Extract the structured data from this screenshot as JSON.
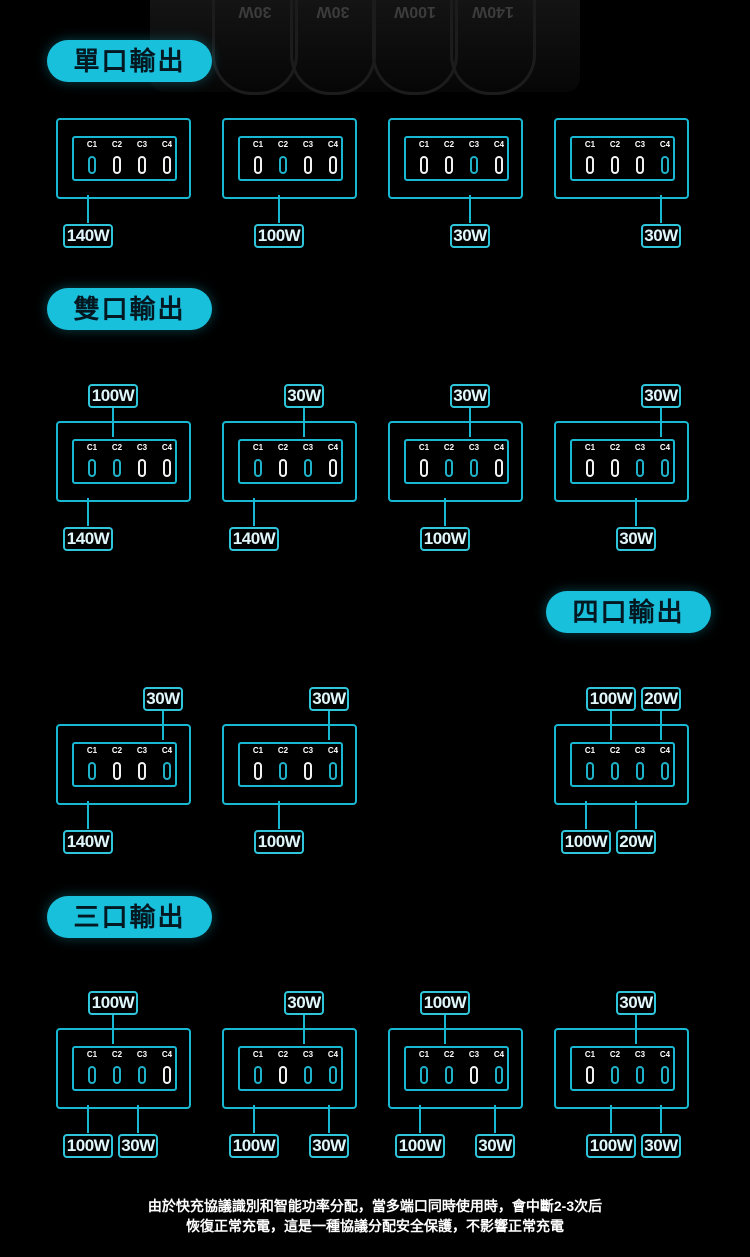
{
  "device_top": {
    "port_labels": [
      "30W",
      "30W",
      "100W",
      "140W"
    ]
  },
  "sections": [
    {
      "heading": "單口輸出",
      "configs": [
        {
          "active": [
            1
          ],
          "top": [],
          "bottom": [
            {
              "port": 1,
              "label": "140W"
            }
          ]
        },
        {
          "active": [
            2
          ],
          "top": [],
          "bottom": [
            {
              "port": 2,
              "label": "100W"
            }
          ]
        },
        {
          "active": [
            3
          ],
          "top": [],
          "bottom": [
            {
              "port": 3,
              "label": "30W"
            }
          ]
        },
        {
          "active": [
            4
          ],
          "top": [],
          "bottom": [
            {
              "port": 4,
              "label": "30W"
            }
          ]
        }
      ]
    },
    {
      "heading": "雙口輸出",
      "configs": [
        {
          "active": [
            1,
            2
          ],
          "top": [
            {
              "port": 2,
              "label": "100W"
            }
          ],
          "bottom": [
            {
              "port": 1,
              "label": "140W"
            }
          ]
        },
        {
          "active": [
            1,
            3
          ],
          "top": [
            {
              "port": 3,
              "label": "30W"
            }
          ],
          "bottom": [
            {
              "port": 1,
              "label": "140W"
            }
          ]
        },
        {
          "active": [
            2,
            3
          ],
          "top": [
            {
              "port": 3,
              "label": "30W"
            }
          ],
          "bottom": [
            {
              "port": 2,
              "label": "100W"
            }
          ]
        },
        {
          "active": [
            3,
            4
          ],
          "top": [
            {
              "port": 4,
              "label": "30W"
            }
          ],
          "bottom": [
            {
              "port": 3,
              "label": "30W"
            }
          ]
        },
        {
          "active": [
            1,
            4
          ],
          "top": [
            {
              "port": 4,
              "label": "30W"
            }
          ],
          "bottom": [
            {
              "port": 1,
              "label": "140W"
            }
          ]
        },
        {
          "active": [
            2,
            4
          ],
          "top": [
            {
              "port": 4,
              "label": "30W"
            }
          ],
          "bottom": [
            {
              "port": 2,
              "label": "100W"
            }
          ]
        }
      ]
    },
    {
      "heading": "四口輸出",
      "configs": [
        {
          "active": [
            1,
            2,
            3,
            4
          ],
          "top": [
            {
              "port": 2,
              "label": "100W"
            },
            {
              "port": 4,
              "label": "20W"
            }
          ],
          "bottom": [
            {
              "port": 1,
              "label": "100W"
            },
            {
              "port": 3,
              "label": "20W"
            }
          ]
        }
      ]
    },
    {
      "heading": "三口輸出",
      "configs": [
        {
          "active": [
            1,
            2,
            3
          ],
          "top": [
            {
              "port": 2,
              "label": "100W"
            }
          ],
          "bottom": [
            {
              "port": 1,
              "label": "100W"
            },
            {
              "port": 3,
              "label": "30W"
            }
          ]
        },
        {
          "active": [
            1,
            3,
            4
          ],
          "top": [
            {
              "port": 3,
              "label": "30W"
            }
          ],
          "bottom": [
            {
              "port": 1,
              "label": "100W"
            },
            {
              "port": 4,
              "label": "30W"
            }
          ]
        },
        {
          "active": [
            1,
            2,
            4
          ],
          "top": [
            {
              "port": 2,
              "label": "100W"
            }
          ],
          "bottom": [
            {
              "port": 1,
              "label": "100W"
            },
            {
              "port": 4,
              "label": "30W"
            }
          ]
        },
        {
          "active": [
            2,
            3,
            4
          ],
          "top": [
            {
              "port": 3,
              "label": "30W"
            }
          ],
          "bottom": [
            {
              "port": 2,
              "label": "100W"
            },
            {
              "port": 4,
              "label": "30W"
            }
          ]
        }
      ]
    }
  ],
  "port_names": [
    "C1",
    "C2",
    "C3",
    "C4"
  ],
  "footnote": [
    "由於快充協議識別和智能功率分配，當多端口同時使用時，會中斷2-3次后",
    "恢復正常充電，這是一種協議分配安全保護，不影響正常充電"
  ],
  "colors": {
    "accent": "#19c0dc",
    "background": "#000000",
    "port_idle": "#f2f2f2"
  }
}
